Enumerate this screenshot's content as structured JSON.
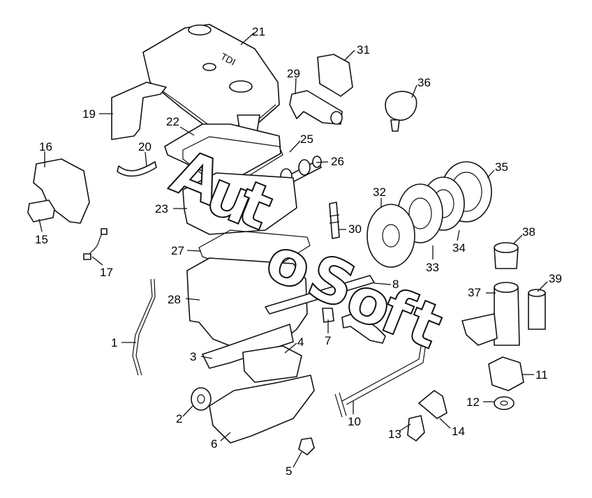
{
  "diagram": {
    "cover_marking": "TDI",
    "watermark": [
      "A",
      "u",
      "t",
      "o",
      "S",
      "o",
      "f",
      "t"
    ],
    "callouts": [
      "21",
      "31",
      "29",
      "36",
      "19",
      "22",
      "25",
      "20",
      "26",
      "16",
      "35",
      "32",
      "23",
      "30",
      "15",
      "27",
      "17",
      "33",
      "34",
      "38",
      "8",
      "28",
      "39",
      "37",
      "1",
      "7",
      "4",
      "3",
      "11",
      "12",
      "2",
      "10",
      "14",
      "13",
      "6",
      "5"
    ]
  }
}
